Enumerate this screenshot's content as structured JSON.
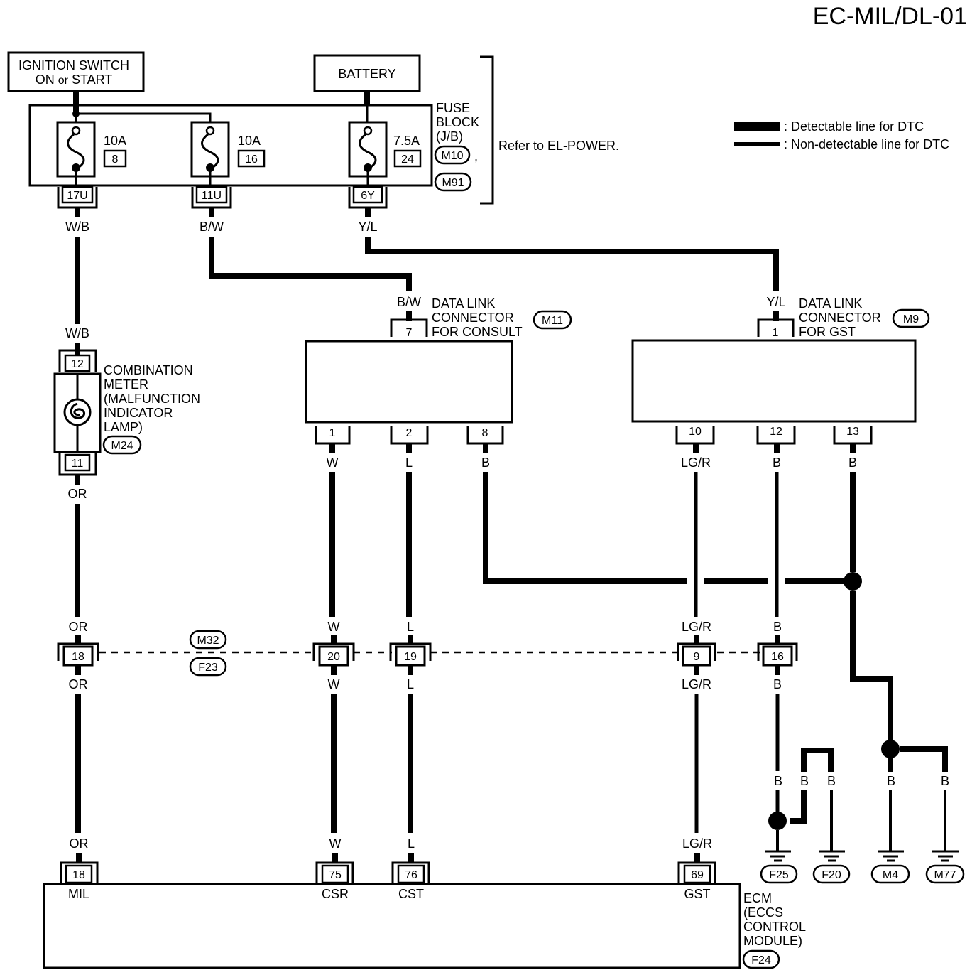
{
  "page_code": "EC-MIL/DL-01",
  "legend": {
    "detectable": "Detectable line for DTC",
    "non_detectable": "Non-detectable line for DTC",
    "sep": ":"
  },
  "power": {
    "ignition": {
      "line1": "IGNITION SWITCH",
      "line2a": "ON",
      "line2b": "or",
      "line2c": "START"
    },
    "battery": "BATTERY"
  },
  "fuse_block": {
    "label": [
      "FUSE",
      "BLOCK",
      "(J/B)"
    ],
    "connectors": [
      "M10",
      "M91"
    ],
    "comma": ",",
    "refer": "Refer to EL-POWER.",
    "fuses": [
      {
        "amp": "10A",
        "num": "8",
        "terminal": "17U",
        "wire": "W/B"
      },
      {
        "amp": "10A",
        "num": "16",
        "terminal": "11U",
        "wire": "B/W"
      },
      {
        "amp": "7.5A",
        "num": "24",
        "terminal": "6Y",
        "wire": "Y/L"
      }
    ]
  },
  "combination_meter": {
    "label": [
      "COMBINATION",
      "METER",
      "(MALFUNCTION",
      "INDICATOR",
      "LAMP)"
    ],
    "connector": "M24",
    "wire_in": "W/B",
    "pin_top": "12",
    "pin_bottom": "11",
    "wire_out": "OR"
  },
  "dlc_consult": {
    "label": [
      "DATA LINK",
      "CONNECTOR",
      "FOR CONSULT"
    ],
    "connector": "M11",
    "wire_in": "B/W",
    "pin_in": "7",
    "pins": [
      {
        "pin": "1",
        "wire": "W"
      },
      {
        "pin": "2",
        "wire": "L"
      },
      {
        "pin": "8",
        "wire": "B"
      }
    ]
  },
  "dlc_gst": {
    "label": [
      "DATA LINK",
      "CONNECTOR",
      "FOR GST"
    ],
    "connector": "M9",
    "wire_in": "Y/L",
    "pin_in": "1",
    "pins": [
      {
        "pin": "10",
        "wire": "LG/R"
      },
      {
        "pin": "12",
        "wire": "B"
      },
      {
        "pin": "13",
        "wire": "B"
      }
    ]
  },
  "joint_connector": {
    "connectors": [
      "M32",
      "F23"
    ],
    "pins": [
      {
        "pin": "18",
        "wire_top": "OR",
        "wire_bottom": "OR"
      },
      {
        "pin": "20",
        "wire_top": "W",
        "wire_bottom": "W"
      },
      {
        "pin": "19",
        "wire_top": "L",
        "wire_bottom": "L"
      },
      {
        "pin": "9",
        "wire_top": "LG/R",
        "wire_bottom": "LG/R"
      },
      {
        "pin": "16",
        "wire_top": "B",
        "wire_bottom": "B"
      }
    ]
  },
  "grounds": [
    {
      "wire": "B",
      "connector": "F25"
    },
    {
      "wire": "B",
      "connector": "F20"
    },
    {
      "wire": "B",
      "connector": "M4"
    },
    {
      "wire": "B",
      "connector": "M77"
    }
  ],
  "ecm": {
    "label": [
      "ECM",
      "(ECCS",
      "CONTROL",
      "MODULE)"
    ],
    "connector": "F24",
    "pins": [
      {
        "pin": "18",
        "wire": "OR",
        "signal": "MIL"
      },
      {
        "pin": "75",
        "wire": "W",
        "signal": "CSR"
      },
      {
        "pin": "76",
        "wire": "L",
        "signal": "CST"
      },
      {
        "pin": "69",
        "wire": "LG/R",
        "signal": "GST"
      }
    ]
  }
}
